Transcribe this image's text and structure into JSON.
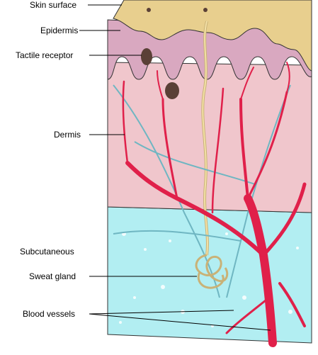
{
  "diagram": {
    "labels": {
      "skin_surface": "Skin surface",
      "epidermis": "Epidermis",
      "tactile_receptor": "Tactile receptor",
      "dermis": "Dermis",
      "subcutaneous": "Subcutaneous",
      "sweat_gland": "Sweat gland",
      "blood_vessels": "Blood vessels"
    },
    "colors": {
      "surface": "#e8cf8e",
      "epidermis": "#d9a8c0",
      "dermis": "#f0c6cc",
      "dermis_deep": "#eab7bd",
      "subcutaneous": "#b2eef2",
      "blood_vessel": "#e0204a",
      "lymph_vessel": "#8ecdd6",
      "nerve": "#f3e0a6",
      "receptor": "#5a4036",
      "outline": "#333333"
    }
  }
}
